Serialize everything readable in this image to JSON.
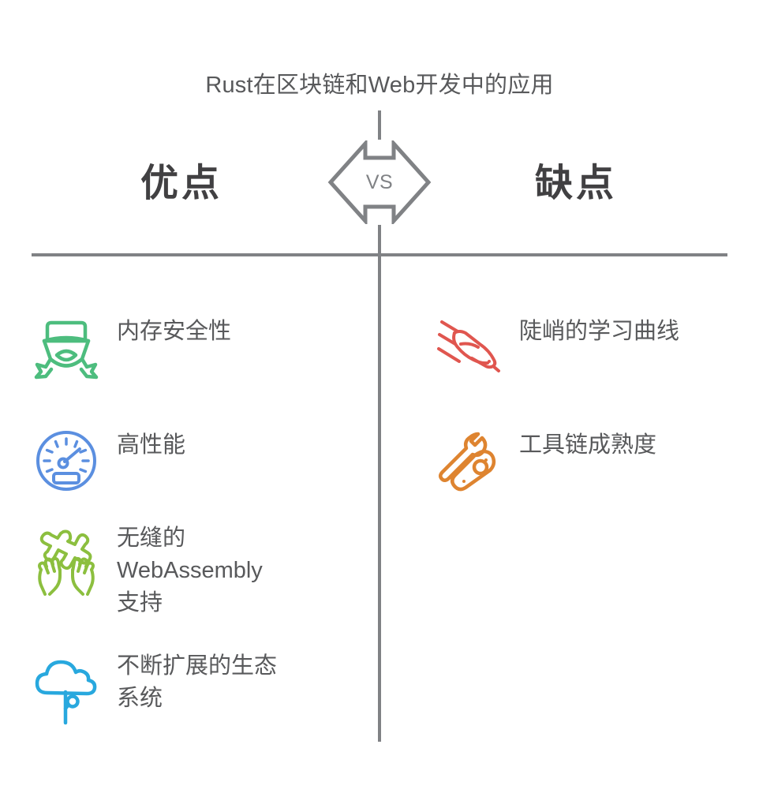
{
  "title": "Rust在区块链和Web开发中的应用",
  "center_badge": {
    "label": "VS",
    "icon": "double-arrow-badge-icon",
    "color": "#808285"
  },
  "columns": {
    "pros": {
      "heading": "优点",
      "items": [
        {
          "label": "内存安全性",
          "icon": "award-badge-ribbon-icon",
          "color": "#4DBD7E"
        },
        {
          "label": "高性能",
          "icon": "speedometer-gauge-icon",
          "color": "#5B8FE0"
        },
        {
          "label": "无缝的\nWebAssembly\n支持",
          "icon": "puzzle-piece-in-hands-icon",
          "color": "#8CBF3F"
        },
        {
          "label": "不断扩展的生态\n系统",
          "icon": "cloud-tree-growth-icon",
          "color": "#28A8DE"
        }
      ]
    },
    "cons": {
      "heading": "缺点",
      "items": [
        {
          "label": "陡峭的学习曲线",
          "icon": "diving-bird-icon",
          "color": "#E0564F"
        },
        {
          "label": "工具链成熟度",
          "icon": "wrench-multitool-icon",
          "color": "#DE8430"
        }
      ]
    }
  },
  "theme": {
    "background": "#ffffff",
    "title_color": "#58595b",
    "heading_color": "#414042",
    "divider_color": "#808285",
    "body_text_color": "#58595b"
  }
}
